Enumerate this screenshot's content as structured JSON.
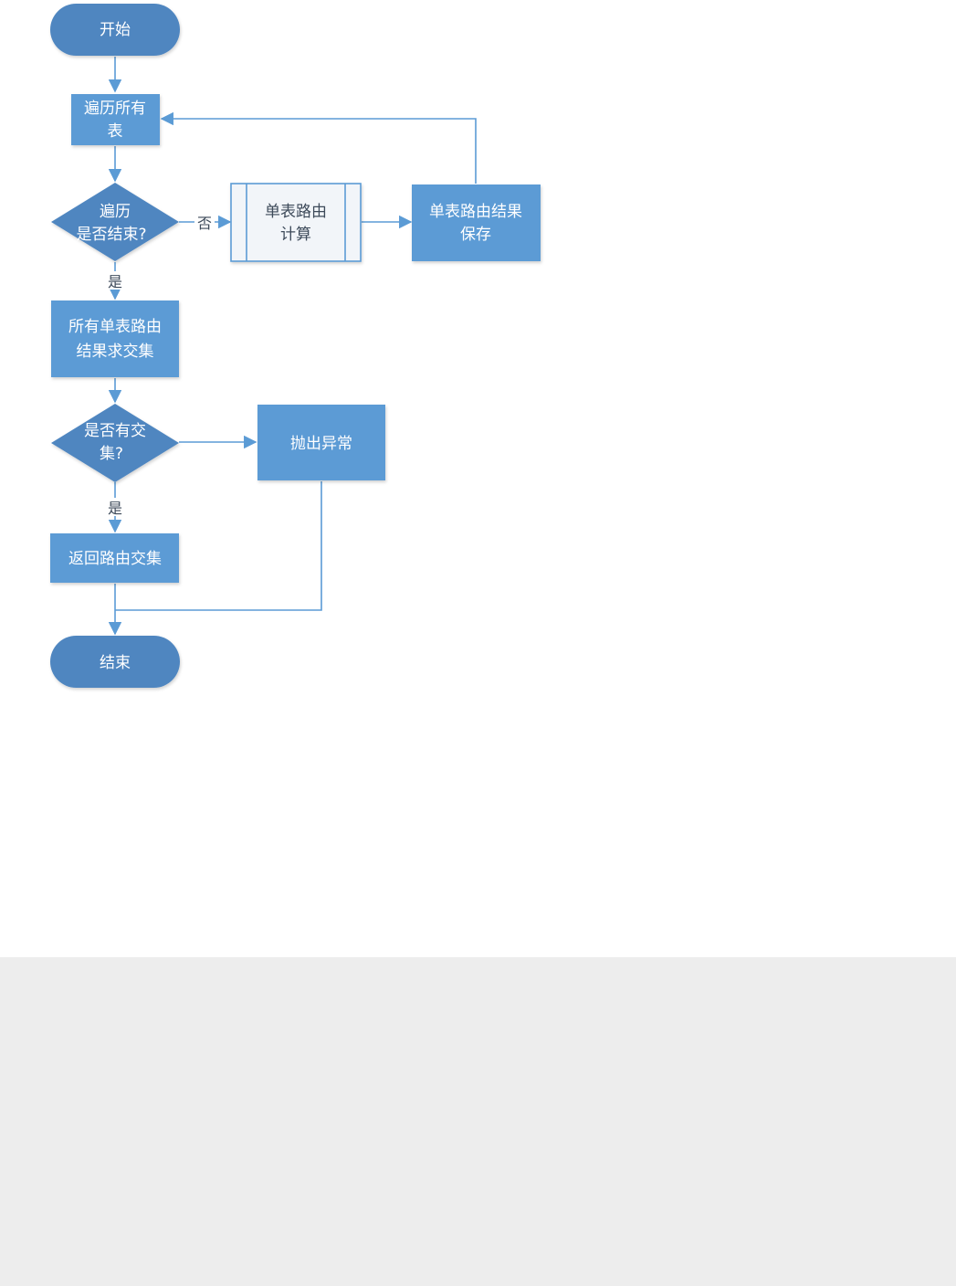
{
  "diagram": {
    "nodes": {
      "start": {
        "label": "开始"
      },
      "iterate": {
        "line1": "遍历所有",
        "line2": "表"
      },
      "check_end": {
        "line1": "遍历",
        "line2": "是否结束?"
      },
      "calc": {
        "line1": "单表路由",
        "line2": "计算"
      },
      "save": {
        "line1": "单表路由结果",
        "line2": "保存"
      },
      "intersect": {
        "line1": "所有单表路由",
        "line2": "结果求交集"
      },
      "check_intersect": {
        "line1": "是否有交",
        "line2": "集?"
      },
      "throw": {
        "label": "抛出异常"
      },
      "return": {
        "label": "返回路由交集"
      },
      "end": {
        "label": "结束"
      }
    },
    "edges": {
      "no": "否",
      "yes1": "是",
      "yes2": "是"
    }
  },
  "colors": {
    "fill": "#5b9bd5",
    "fill_dark": "#4f86c0",
    "line": "#5b9bd5",
    "subprocess_fill": "#f2f5f9",
    "panel": "#ededed"
  }
}
